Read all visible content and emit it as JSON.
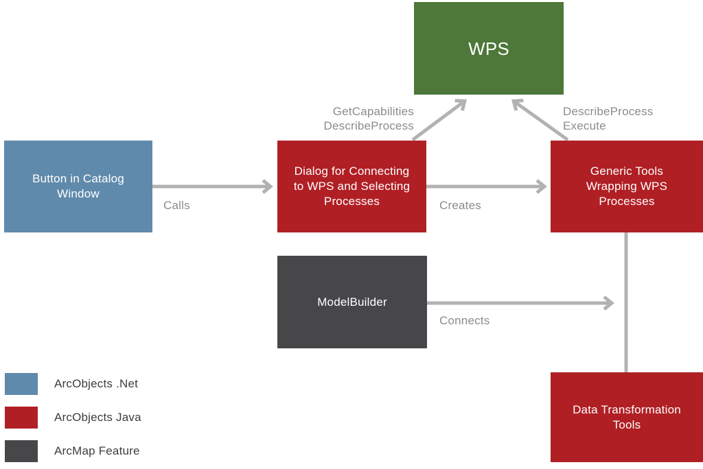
{
  "diagram": {
    "title": "WPS integration architecture diagram",
    "nodes": {
      "wps": {
        "label": "WPS"
      },
      "button_catalog": {
        "label": "Button in Catalog\nWindow"
      },
      "dialog": {
        "label": "Dialog for Connecting\nto WPS and Selecting\nProcesses"
      },
      "generic_tools": {
        "label": "Generic Tools\nWrapping WPS\nProcesses"
      },
      "modelbuilder": {
        "label": "ModelBuilder"
      },
      "data_transform": {
        "label": "Data Transformation\nTools"
      }
    },
    "edge_labels": {
      "calls": "Calls",
      "creates": "Creates",
      "connects": "Connects",
      "get_capabilities": "GetCapabilities\nDescribeProcess",
      "describe_execute": "DescribeProcess\nExecute"
    },
    "legend": {
      "items": [
        {
          "label": "ArcObjects .Net",
          "color": "#608aab"
        },
        {
          "label": "ArcObjects Java",
          "color": "#b01f24"
        },
        {
          "label": "ArcMap Feature",
          "color": "#474649"
        }
      ]
    },
    "colors": {
      "wps_green": "#4d7839",
      "arcobjects_net_blue": "#608aab",
      "arcobjects_java_red": "#b01f24",
      "arcmap_feature_gray": "#474649",
      "arrow_gray": "#b3b2b2",
      "edge_label_gray": "#8a8b8d",
      "legend_text": "#3d3c3e",
      "node_text": "#ffffff"
    }
  }
}
